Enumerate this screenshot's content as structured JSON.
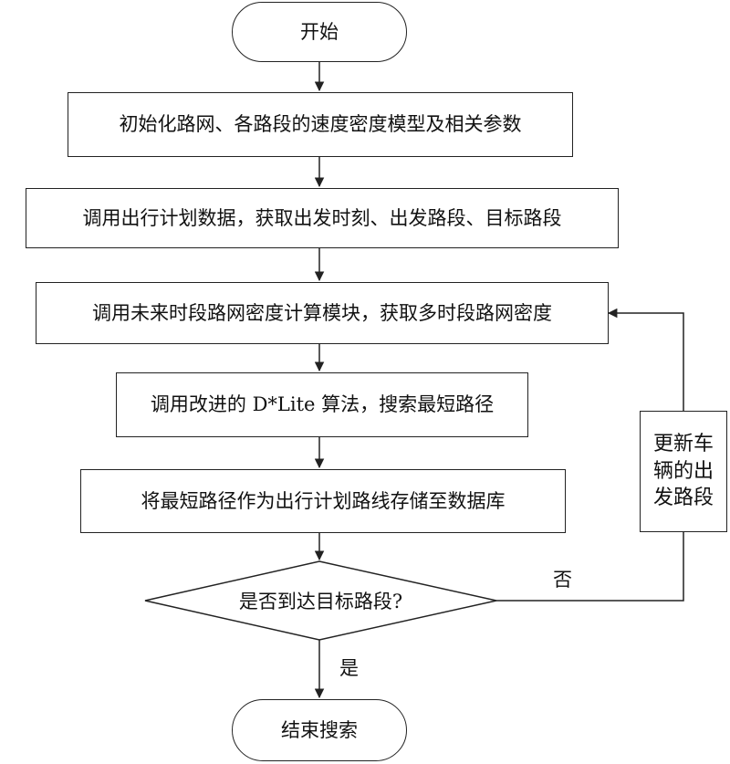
{
  "flow": {
    "start": "开始",
    "step1": "初始化路网、各路段的速度密度模型及相关参数",
    "step2": "调用出行计划数据，获取出发时刻、出发路段、目标路段",
    "step3": "调用未来时段路网密度计算模块，获取多时段路网密度",
    "step4": "调用改进的 D*Lite 算法，搜索最短路径",
    "step5": "将最短路径作为出行计划路线存储至数据库",
    "decision": "是否到达目标路段?",
    "yes": "是",
    "no": "否",
    "update": "更新车辆的出发路段",
    "end": "结束搜索"
  }
}
